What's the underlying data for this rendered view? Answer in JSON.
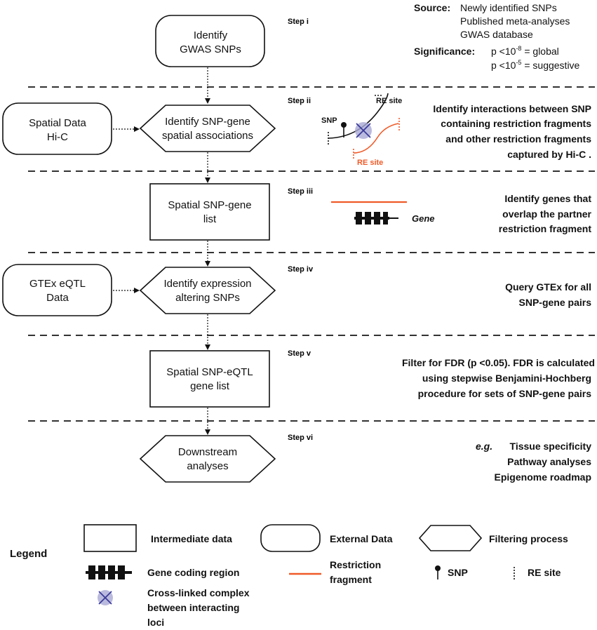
{
  "steps": {
    "i": "Step i",
    "ii": "Step ii",
    "iii": "Step iii",
    "iv": "Step iv",
    "v": "Step v",
    "vi": "Step vi"
  },
  "flow": {
    "identify_gwas": [
      "Identify",
      "GWAS SNPs"
    ],
    "spatial_data": [
      "Spatial Data",
      "Hi-C"
    ],
    "identify_spatial": [
      "Identify SNP-gene",
      "spatial associations"
    ],
    "spatial_list": [
      "Spatial SNP-gene",
      "list"
    ],
    "gtex": [
      "GTEx eQTL",
      "Data"
    ],
    "identify_expression": [
      "Identify expression",
      "altering SNPs"
    ],
    "eqtl_list": [
      "Spatial SNP-eQTL",
      "gene list"
    ],
    "downstream": [
      "Downstream",
      "analyses"
    ]
  },
  "source": {
    "label": "Source:",
    "items": [
      "Newly identified SNPs",
      "Published meta-analyses",
      "GWAS database"
    ]
  },
  "significance": {
    "label": "Significance:",
    "global": {
      "p": "p <10",
      "exp": "-8",
      "desc": " = global"
    },
    "suggestive": {
      "p": "p <10",
      "exp": "-5",
      "desc": " = suggestive"
    }
  },
  "step_ii_diagram": {
    "snp_label": "SNP",
    "re_site_top": "RE site",
    "re_site_bottom": "RE site"
  },
  "step_ii_desc": [
    "Identify interactions between SNP",
    "containing restriction fragments",
    "and other restriction fragments",
    "captured by Hi-C ."
  ],
  "step_iii_diagram": {
    "gene_label": "Gene"
  },
  "step_iii_desc": [
    "Identify genes that",
    "overlap the partner",
    "restriction fragment"
  ],
  "step_iv_desc": [
    "Query GTEx for all",
    "SNP-gene pairs"
  ],
  "step_v_desc": [
    "Filter for FDR (p <0.05). FDR is calculated",
    "using stepwise Benjamini-Hochberg",
    "procedure for sets of SNP-gene pairs"
  ],
  "step_vi_desc": {
    "eg": "e.g.",
    "items": [
      "Tissue specificity",
      "Pathway analyses",
      "Epigenome roadmap"
    ]
  },
  "legend": {
    "title": "Legend",
    "intermediate": "Intermediate data",
    "external": "External Data",
    "filtering": "Filtering process",
    "gene_coding": "Gene coding region",
    "restriction": [
      "Restriction",
      "fragment"
    ],
    "snp": "SNP",
    "re_site": "RE site",
    "crosslinked": [
      "Cross-linked complex",
      "between interacting",
      "loci"
    ]
  },
  "colors": {
    "restriction": "#f05a28",
    "crosslink_fill": "#a9a9d6",
    "crosslink_line": "#3a3a9a",
    "stroke": "#111111"
  }
}
